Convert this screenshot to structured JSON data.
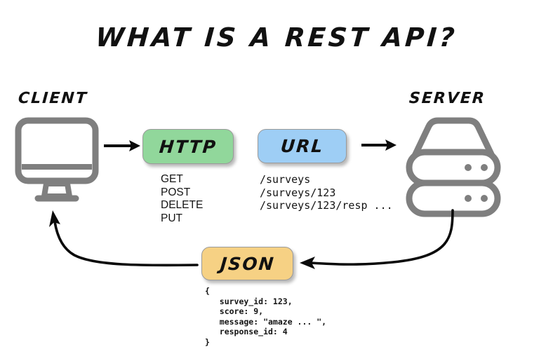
{
  "diagram": {
    "title": "WHAT IS A REST API?",
    "background_color": "#ffffff",
    "ink_color": "#111111",
    "icon_color": "#7f7f7f"
  },
  "endpoints": {
    "client": {
      "label": "CLIENT",
      "icon": "desktop-monitor-icon"
    },
    "server": {
      "label": "SERVER",
      "icon": "server-stack-icon"
    }
  },
  "boxes": {
    "http": {
      "label": "HTTP",
      "color": "#91d79b",
      "border_color": "#9a9a9a"
    },
    "url": {
      "label": "URL",
      "color": "#9ecef5",
      "border_color": "#9a9a9a"
    },
    "json": {
      "label": "JSON",
      "color": "#f6d184",
      "border_color": "#9a9a9a"
    }
  },
  "http_methods": [
    "GET",
    "POST",
    "DELETE",
    "PUT"
  ],
  "url_paths": [
    "/surveys",
    "/surveys/123",
    "/surveys/123/resp ..."
  ],
  "json_body": [
    "{",
    "   survey_id: 123,",
    "   score: 9,",
    "   message: \"amaze ... \",",
    "   response_id: 4",
    "}"
  ],
  "arrows": [
    {
      "name": "client-to-http-arrow",
      "from": "client",
      "to": "http",
      "style": "straight",
      "direction": "right"
    },
    {
      "name": "url-to-server-arrow",
      "from": "url",
      "to": "server",
      "style": "straight",
      "direction": "right"
    },
    {
      "name": "server-to-json-arrow",
      "from": "server",
      "to": "json",
      "style": "curved",
      "direction": "left"
    },
    {
      "name": "json-to-client-arrow",
      "from": "json",
      "to": "client",
      "style": "curved",
      "direction": "up-left"
    }
  ]
}
